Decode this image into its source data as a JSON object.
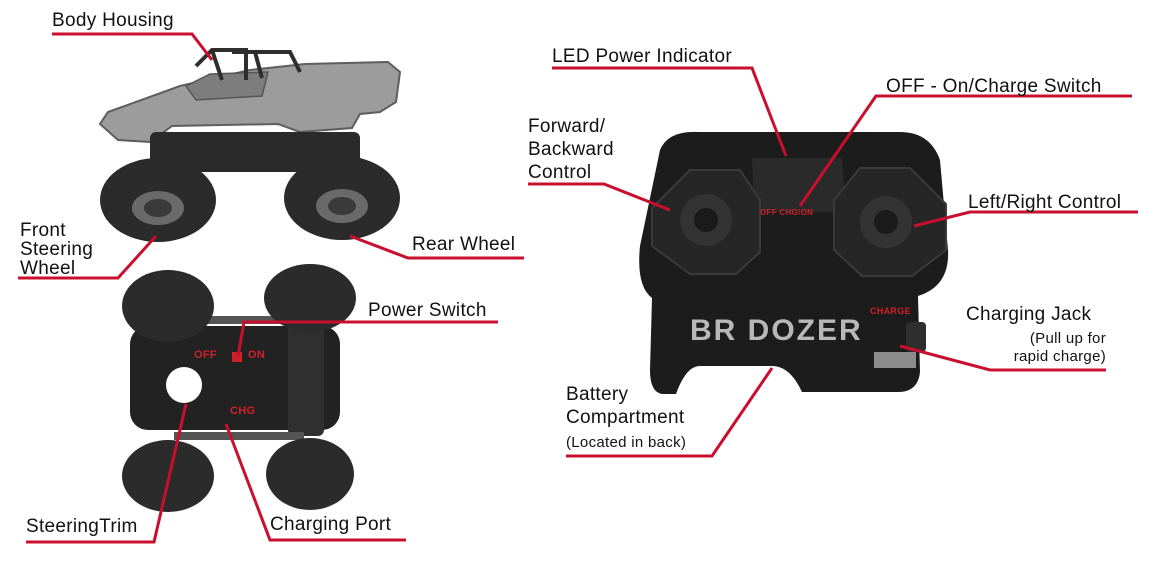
{
  "labels": {
    "body_housing": "Body Housing",
    "front_steering_wheel": [
      "Front",
      "Steering",
      "Wheel"
    ],
    "rear_wheel": "Rear Wheel",
    "power_switch": "Power Switch",
    "steering_trim": "SteeringTrim",
    "charging_port": "Charging Port",
    "led_power_indicator": "LED Power Indicator",
    "off_on_charge_switch": "OFF -  On/Charge Switch",
    "forward_backward_control": [
      "Forward/",
      "Backward",
      "Control"
    ],
    "left_right_control": "Left/Right Control",
    "charging_jack": "Charging Jack",
    "charging_jack_note": [
      "(Pull up for",
      "rapid charge)"
    ],
    "battery_compartment": [
      "Battery",
      "Compartment"
    ],
    "battery_compartment_note": "(Located in back)"
  },
  "device_text": {
    "truck_off": "OFF",
    "truck_on": "ON",
    "truck_chg": "CHG",
    "remote_switch": "OFF CHG/ON",
    "remote_charge": "CHARGE",
    "remote_brand": "BR  DOZER"
  },
  "colors": {
    "leader_line": "#c8102e",
    "device_dark": "#1c1c1c",
    "truck_body": "#9a9a9a",
    "tire": "#2b2b2b",
    "device_red_text": "#d0202a"
  }
}
